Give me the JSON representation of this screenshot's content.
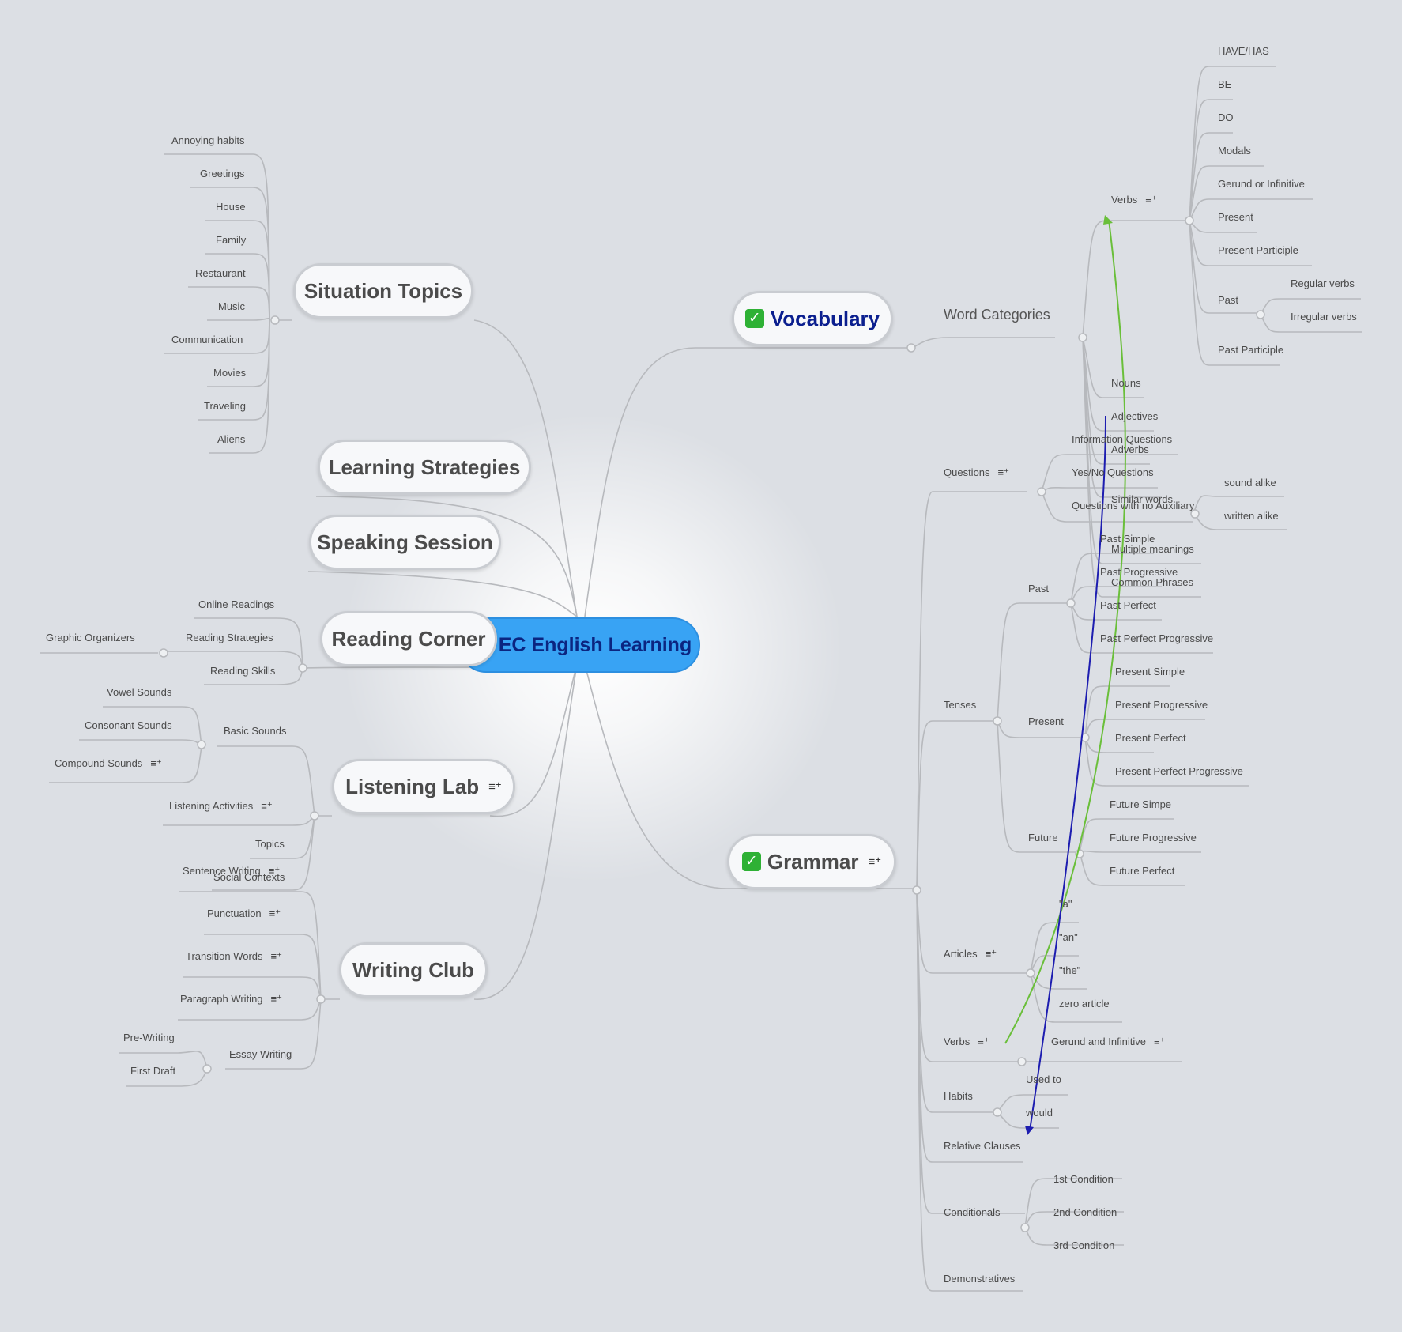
{
  "central": {
    "label": "EC English Learning",
    "color": "#38a3f4"
  },
  "topics": {
    "situation": "Situation Topics",
    "learning": "Learning Strategies",
    "speaking": "Speaking Session",
    "reading": "Reading Corner",
    "listening": "Listening Lab",
    "writing": "Writing Club",
    "vocabulary": "Vocabulary",
    "grammar": "Grammar"
  },
  "situation_items": [
    "Annoying habits",
    "Greetings",
    "House",
    "Family",
    "Restaurant",
    "Music",
    "Communication",
    "Movies",
    "Traveling",
    "Aliens"
  ],
  "reading": {
    "online": "Online Readings",
    "strategies": "Reading Strategies",
    "skills": "Reading Skills",
    "graphic": "Graphic Organizers"
  },
  "listening": {
    "basic": "Basic Sounds",
    "vowel": "Vowel Sounds",
    "consonant": "Consonant Sounds",
    "compound": "Compound Sounds",
    "activities": "Listening Activities",
    "topics": "Topics",
    "social": "Social Contexts"
  },
  "writing": {
    "sentence": "Sentence Writing",
    "punctuation": "Punctuation",
    "transition": "Transition Words",
    "paragraph": "Paragraph Writing",
    "essay": "Essay Writing",
    "prewriting": "Pre-Writing",
    "firstdraft": "First Draft"
  },
  "vocab": {
    "word_categories": "Word Categories",
    "verbs": "Verbs",
    "verb_items": [
      "HAVE/HAS",
      "BE",
      "DO",
      "Modals",
      "Gerund or Infinitive",
      "Present",
      "Present Participle",
      "Past",
      "Past Participle"
    ],
    "regular": "Regular verbs",
    "irregular": "Irregular verbs",
    "nouns": "Nouns",
    "adjectives": "Adjectives",
    "adverbs": "Adverbs",
    "similar": "Similar words",
    "sound_alike": "sound alike",
    "written_alike": "written alike",
    "multiple": "Multiple meanings",
    "phrases": "Common Phrases"
  },
  "grammar": {
    "questions": "Questions",
    "info_q": "Information Questions",
    "yesno_q": "Yes/No Questions",
    "noaux_q": "Questions with no Auxiliary",
    "tenses": "Tenses",
    "past": "Past",
    "past_items": [
      "Past Simple",
      "Past Progressive",
      "Past Perfect",
      "Past Perfect Progressive"
    ],
    "present": "Present",
    "present_items": [
      "Present Simple",
      "Present Progressive",
      "Present Perfect",
      "Present Perfect Progressive"
    ],
    "future": "Future",
    "future_items": [
      "Future Simpe",
      "Future Progressive",
      "Future Perfect"
    ],
    "articles": "Articles",
    "article_items": [
      "\"a\"",
      "\"an\"",
      "\"the\"",
      "zero article"
    ],
    "verbs": "Verbs",
    "gerund": "Gerund and Infinitive",
    "habits": "Habits",
    "used_to": "Used to",
    "would": "would",
    "relative": "Relative Clauses",
    "conditionals": "Conditionals",
    "cond_items": [
      "1st Condition",
      "2nd Condition",
      "3rd Condition"
    ],
    "demonstratives": "Demonstratives"
  },
  "icons": {
    "note": "note-icon",
    "check": "checkmark-icon"
  },
  "colors": {
    "green_relation": "#6abf3a",
    "blue_relation": "#1d1db0",
    "check": "#2eb135"
  }
}
